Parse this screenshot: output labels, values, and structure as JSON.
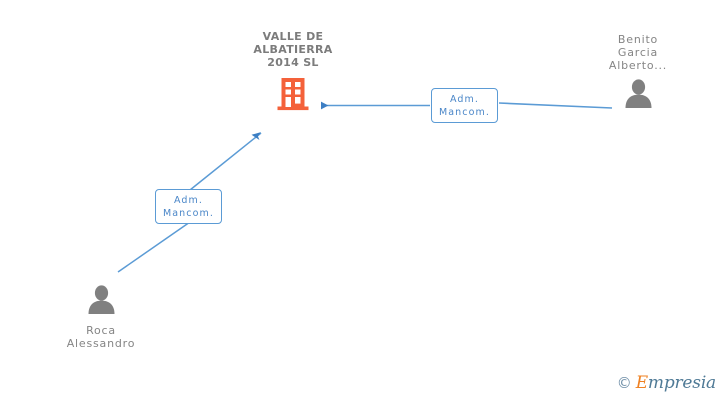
{
  "diagram": {
    "background_color": "#ffffff",
    "company": {
      "name": "VALLE DE\nALBATIERRA\n2014  SL",
      "icon": "building-icon",
      "icon_color": "#f4613a"
    },
    "persons": [
      {
        "id": "benito",
        "name": "Benito\nGarcia\nAlberto...",
        "icon": "person-icon",
        "icon_color": "#808080"
      },
      {
        "id": "roca",
        "name": "Roca\nAlessandro",
        "icon": "person-icon",
        "icon_color": "#808080"
      }
    ],
    "relations": [
      {
        "id": "benito-to-company",
        "label": "Adm.\nMancom.",
        "from": "benito",
        "to": "company",
        "line_color": "#4a86c8",
        "label_border_color": "#5b9bd5",
        "label_text_color": "#4a86c8"
      },
      {
        "id": "roca-to-company",
        "label": "Adm.\nMancom.",
        "from": "roca",
        "to": "company",
        "line_color": "#4a86c8",
        "label_border_color": "#5b9bd5",
        "label_text_color": "#4a86c8"
      }
    ]
  },
  "watermark": {
    "copyright": "©",
    "brand_first_letter": "E",
    "brand_rest": "mpresia"
  }
}
